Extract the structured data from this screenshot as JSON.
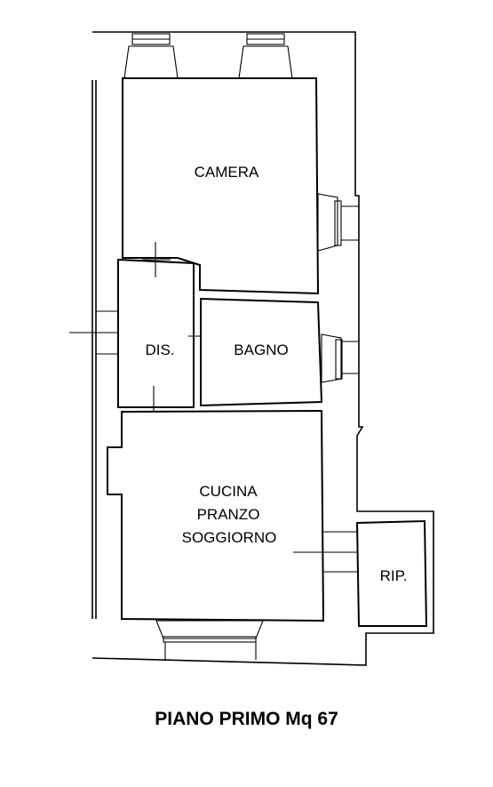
{
  "plan": {
    "rooms": {
      "camera": "CAMERA",
      "dis": "DIS.",
      "bagno": "BAGNO",
      "cucina_line1": "CUCINA",
      "cucina_line2": "PRANZO",
      "cucina_line3": "SOGGIORNO",
      "rip": "RIP."
    },
    "caption": "PIANO PRIMO Mq 67"
  }
}
